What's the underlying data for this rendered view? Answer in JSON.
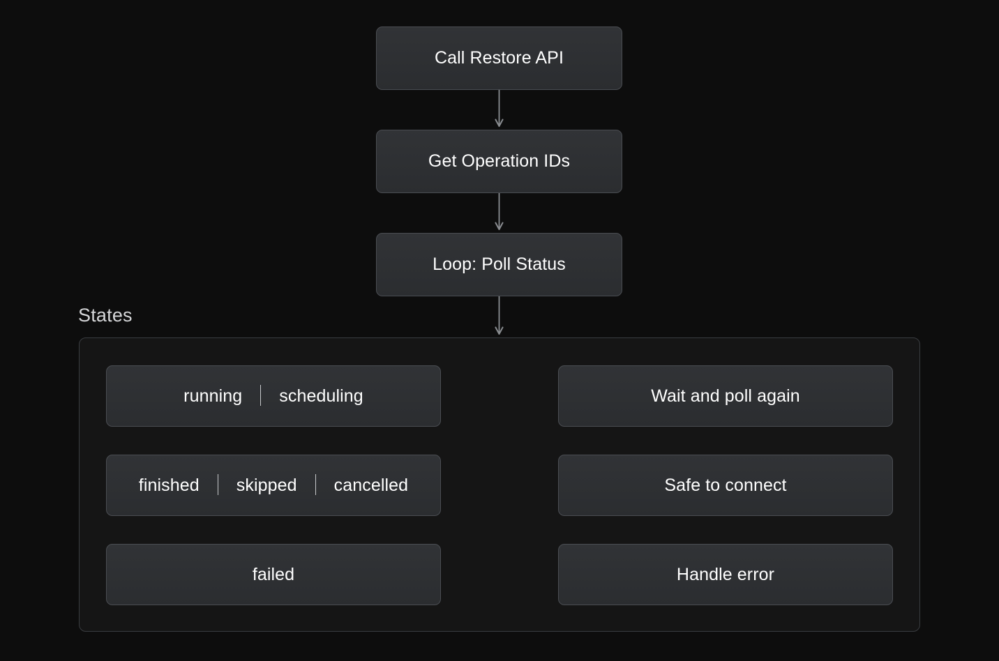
{
  "diagram": {
    "title_label": "States",
    "flow_nodes": [
      {
        "id": "call-restore",
        "label": "Call Restore API"
      },
      {
        "id": "get-ops",
        "label": "Get Operation IDs"
      },
      {
        "id": "loop-poll",
        "label": "Loop: Poll Status"
      }
    ],
    "state_rows": [
      {
        "id": "running-scheduling",
        "states": [
          "running",
          "scheduling"
        ],
        "separator": "|",
        "target": "Wait and poll again",
        "target_id": "wait-and-poll-again",
        "edge_style": "dashed"
      },
      {
        "id": "finished-skipped-cancelled",
        "states": [
          "finished",
          "skipped",
          "cancelled"
        ],
        "separator": "|",
        "target": "Safe to connect",
        "target_id": "safe-to-connect",
        "edge_style": "dashed"
      },
      {
        "id": "failed",
        "states": [
          "failed"
        ],
        "separator": "|",
        "target": "Handle error",
        "target_id": "handle-error",
        "edge_style": "dashed"
      }
    ],
    "colors": {
      "background": "#0d0d0d",
      "node_fill": "#2e3033",
      "node_border": "#4a4d52",
      "node_text": "#ffffff",
      "container_fill": "#151515",
      "container_border": "#3a3d41",
      "edge": "#8a8d91"
    }
  }
}
